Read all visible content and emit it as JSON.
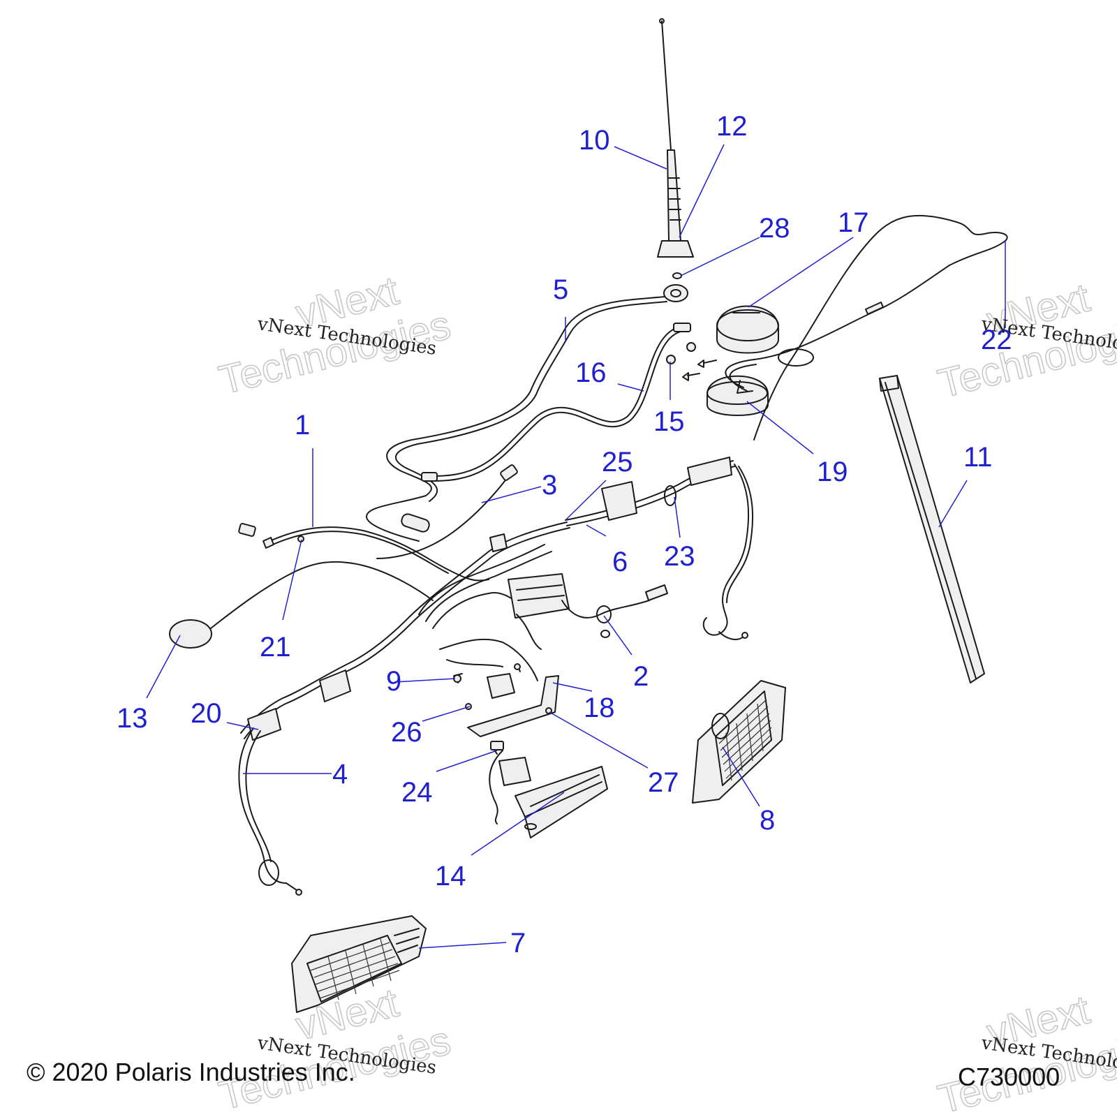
{
  "diagram": {
    "callouts": [
      "1",
      "2",
      "3",
      "4",
      "5",
      "6",
      "7",
      "8",
      "9",
      "10",
      "11",
      "12",
      "13",
      "14",
      "15",
      "16",
      "17",
      "18",
      "19",
      "20",
      "21",
      "22",
      "23",
      "24",
      "25",
      "26",
      "27",
      "28"
    ],
    "watermark": {
      "line": "vNext Technologies",
      "brand_top": "vNext",
      "brand_bottom": "Technologies"
    },
    "copyright": "© 2020 Polaris Industries Inc.",
    "figure_code": "C730000"
  },
  "colors": {
    "callout": "#2020d0",
    "linework": "#1a1a1a"
  }
}
